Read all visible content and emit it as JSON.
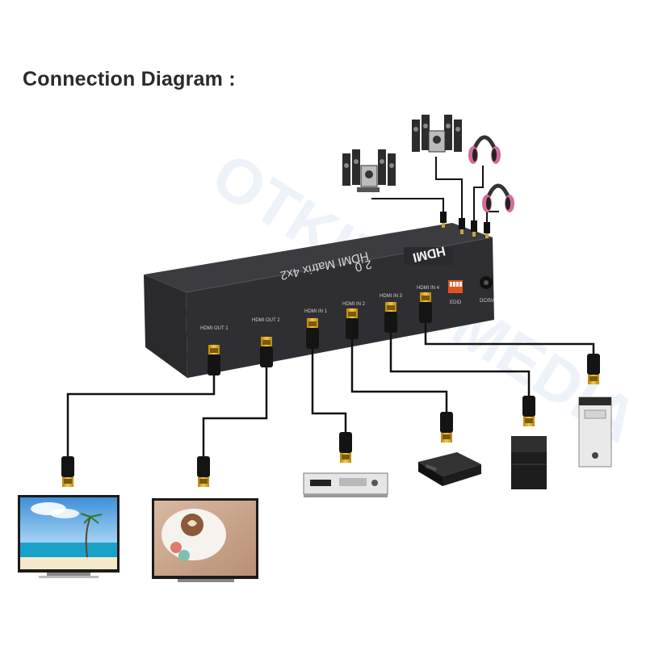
{
  "title": "Connection Diagram :",
  "watermark": "OTKINDSMEDIA",
  "device": {
    "logo": "HDMI",
    "model": "HDMI Matrix 4x2",
    "version": "2.0",
    "ports": [
      {
        "label": "HDMI OUT 1"
      },
      {
        "label": "HDMI OUT 2"
      },
      {
        "label": "HDMI IN 1"
      },
      {
        "label": "HDMI IN 2"
      },
      {
        "label": "HDMI IN 3"
      },
      {
        "label": "HDMI IN 4"
      }
    ],
    "edid_label": "EDID",
    "power_label": "DC/5V"
  },
  "colors": {
    "device_body": "#2b2b2e",
    "device_top": "#3a3a3e",
    "cable": "#111111",
    "connector_gold": "#d4a21a",
    "edid_switch": "#e2541f",
    "headphone_pink": "#d36a9c"
  },
  "icons": [
    "speaker-system-icon",
    "headphones-icon",
    "tv-icon",
    "dvd-player-icon",
    "set-top-box-icon",
    "game-console-icon",
    "pc-tower-icon"
  ]
}
